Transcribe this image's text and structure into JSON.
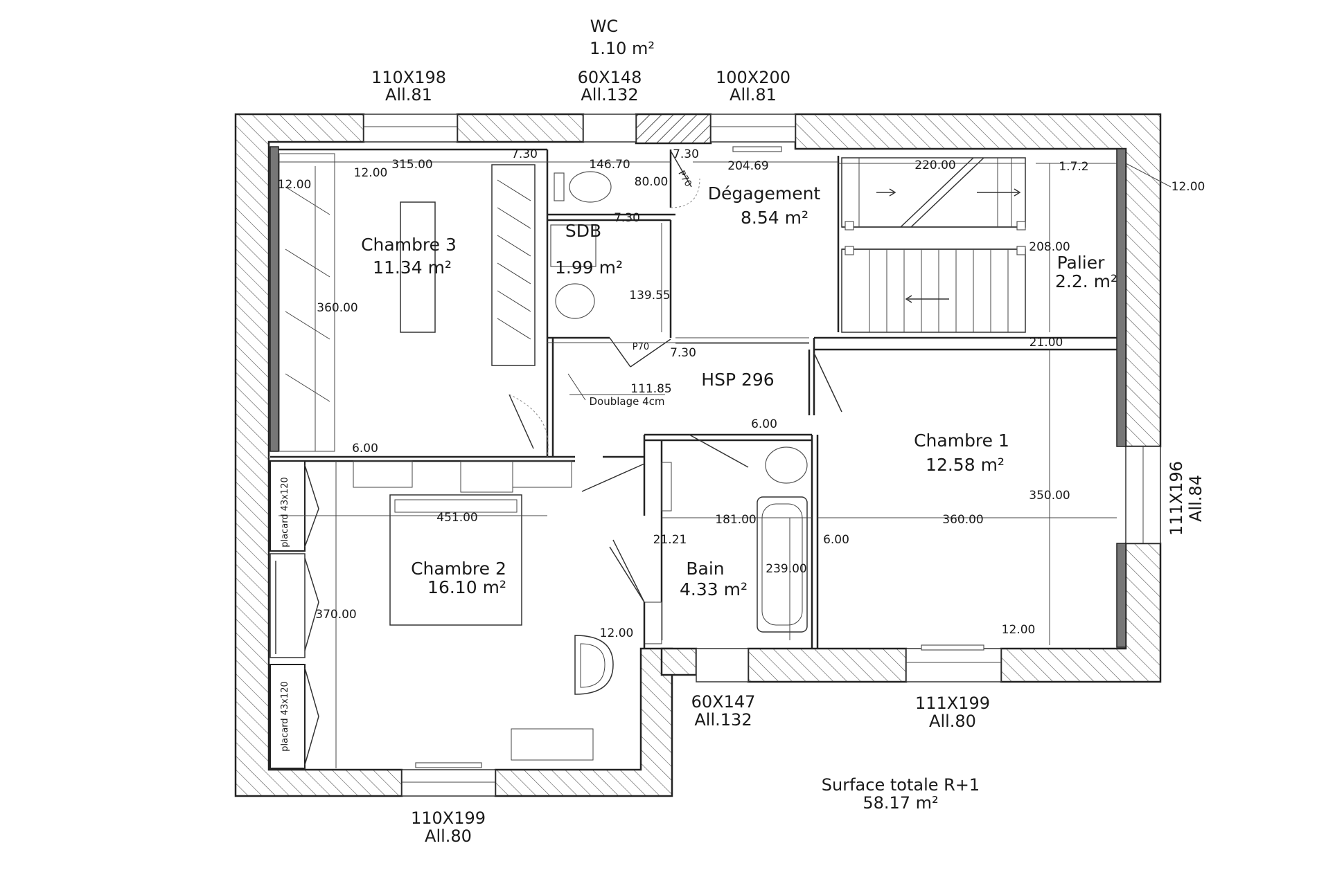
{
  "plan": {
    "wc": {
      "name": "WC",
      "area": "1.10 m²"
    },
    "rooms": {
      "chambre3": {
        "name": "Chambre 3",
        "area": "11.34 m²"
      },
      "sdb": {
        "name": "SDB",
        "area": "1.99 m²"
      },
      "degagement": {
        "name": "Dégagement",
        "area": "8.54 m²"
      },
      "palier": {
        "name": "Palier",
        "area": "2.2. m²"
      },
      "hsp": {
        "name": "HSP 296"
      },
      "chambre1": {
        "name": "Chambre 1",
        "area": "12.58 m²"
      },
      "chambre2": {
        "name": "Chambre 2",
        "area": "16.10 m²"
      },
      "bain": {
        "name": "Bain",
        "area": "4.33 m²"
      }
    },
    "windows": {
      "w_top_left": {
        "size": "110X198",
        "alt": "All.81"
      },
      "w_top_mid": {
        "size": "60X148",
        "alt": "All.132"
      },
      "w_top_right": {
        "size": "100X200",
        "alt": "All.81"
      },
      "w_right": {
        "size": "111X196",
        "alt": "All.84"
      },
      "w_bottom_bain": {
        "size": "60X147",
        "alt": "All.132"
      },
      "w_bottom_ch1": {
        "size": "111X199",
        "alt": "All.80"
      },
      "w_bottom_ch2": {
        "size": "110X199",
        "alt": "All.80"
      }
    },
    "dimensions": {
      "d315": "315.00",
      "d730a": "7.30",
      "d14670": "146.70",
      "d730b": "7.30",
      "d20469": "204.69",
      "d22000": "220.00",
      "d1472": "1.7.2",
      "d1200tl": "12.00",
      "d1200tl2": "12.00",
      "d1200tr": "12.00",
      "d8000": "80.00",
      "d730c": "7.30",
      "d20800": "208.00",
      "d36000": "360.00",
      "d13955": "139.55",
      "d2100": "21.00",
      "d730d": "7.30",
      "d11185": "111.85",
      "d600a": "6.00",
      "d600b": "6.00",
      "d45100": "451.00",
      "d18100": "181.00",
      "d36000b": "360.00",
      "d35000": "350.00",
      "d2121": "21.21",
      "d600c": "6.00",
      "d23900": "239.00",
      "d37000": "370.00",
      "d1200b1": "12.00",
      "d1200b2": "12.00"
    },
    "annotations": {
      "doublage": "Doublage 4cm",
      "p70a": "P70",
      "p70b": "P70"
    },
    "closets": {
      "top": "placard 43x120",
      "bottom": "placard 43x120"
    },
    "total": {
      "label": "Surface totale R+1",
      "value": "58.17 m²"
    }
  }
}
